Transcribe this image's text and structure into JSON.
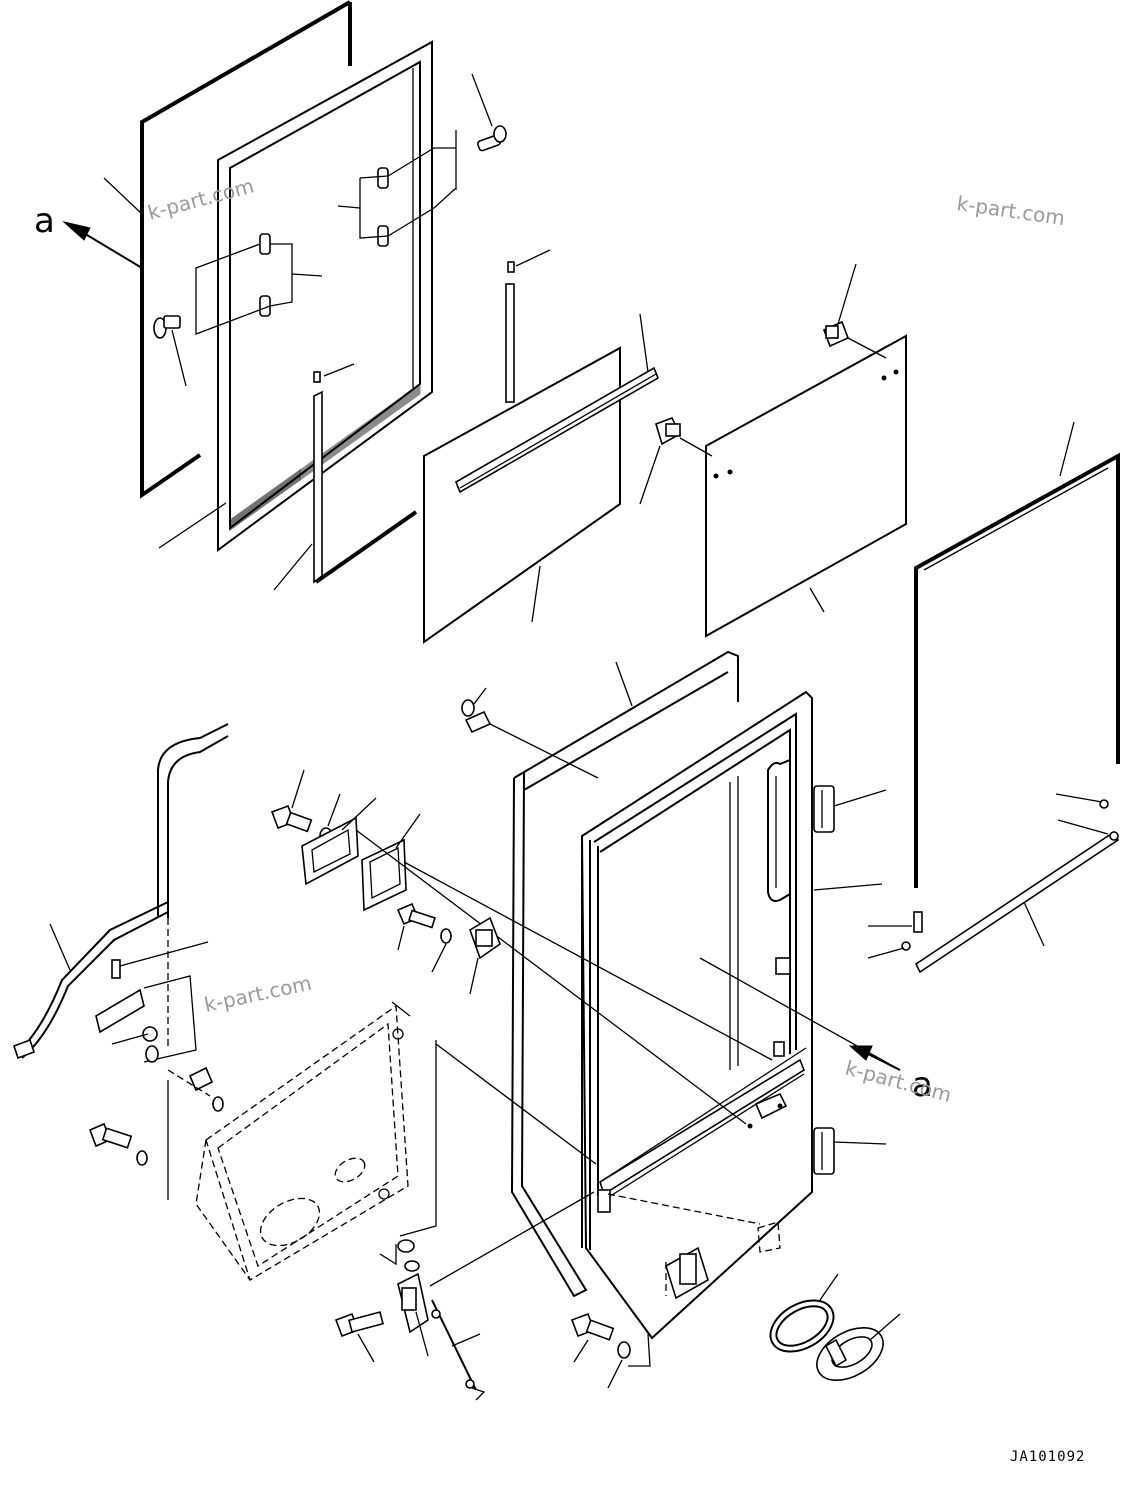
{
  "labels": {
    "view_ref_top": "a",
    "view_ref_bottom": "a",
    "drawing_number": "JA101092"
  },
  "watermarks": [
    "k-part.com",
    "k-part.com",
    "k-part.com",
    "k-part.com"
  ],
  "colors": {
    "line": "#000000",
    "background": "#ffffff",
    "watermark": "#9a9a9a"
  }
}
